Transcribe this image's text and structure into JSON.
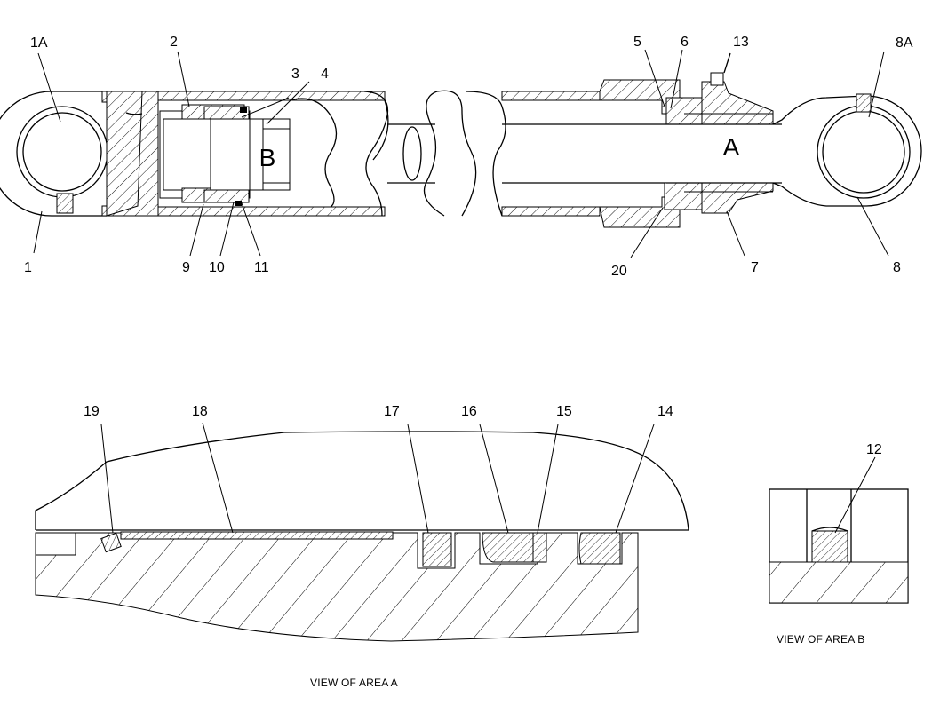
{
  "labels": {
    "l1A": "1A",
    "l2": "2",
    "l3": "3",
    "l4": "4",
    "l5": "5",
    "l6": "6",
    "l13": "13",
    "l8A": "8A",
    "l1": "1",
    "l9": "9",
    "l10": "10",
    "l11": "11",
    "l20": "20",
    "l7": "7",
    "l8": "8",
    "l19": "19",
    "l18": "18",
    "l17": "17",
    "l16": "16",
    "l15": "15",
    "l14": "14",
    "l12": "12"
  },
  "area_letters": {
    "a": "A",
    "b": "B"
  },
  "captions": {
    "view_a": "VIEW OF AREA A",
    "view_b": "VIEW OF AREA B"
  }
}
